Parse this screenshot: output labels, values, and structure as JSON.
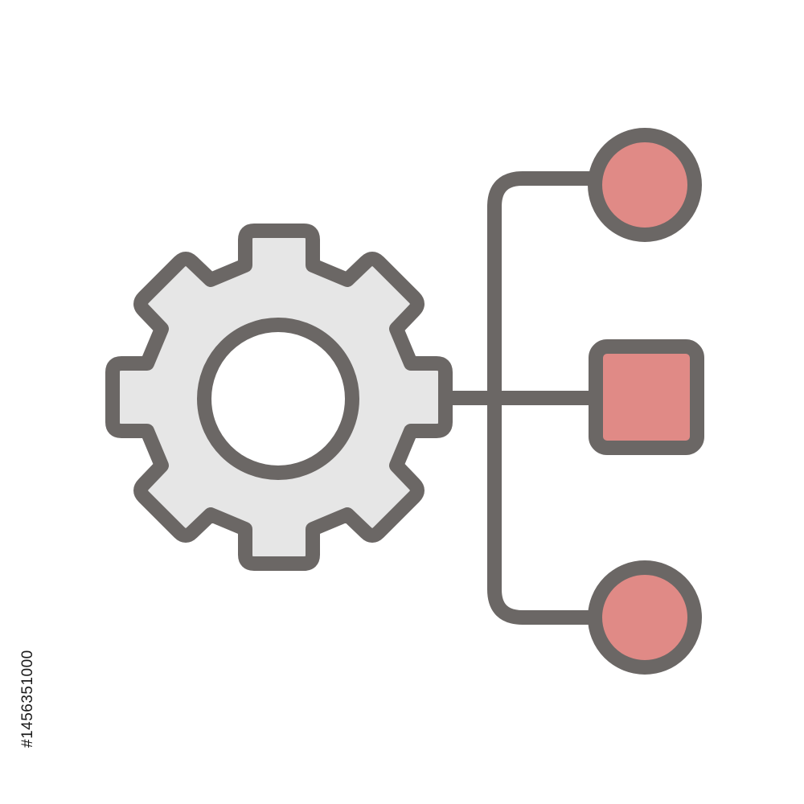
{
  "icon": {
    "name": "gear-hierarchy-icon",
    "parts": [
      "gear-icon",
      "connector-lines",
      "node-circle-top",
      "node-square-middle",
      "node-circle-bottom"
    ]
  },
  "colors": {
    "background": "#ffffff",
    "stroke": "#6b6765",
    "gear_fill": "#e6e6e6",
    "gear_hole_fill": "#ffffff",
    "node_fill": "#e08a86"
  },
  "watermark": {
    "id_text": "#1456351000"
  }
}
